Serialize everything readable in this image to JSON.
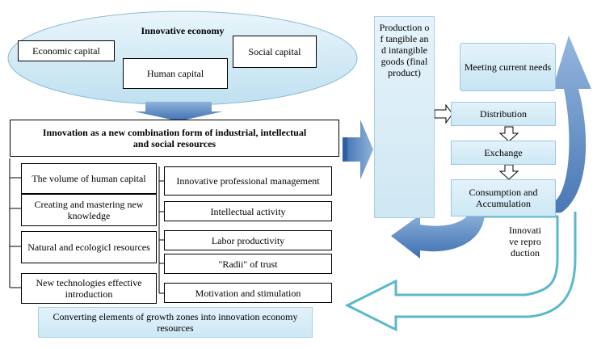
{
  "ellipse": {
    "title": "Innovative economy",
    "items": [
      "Economic capital",
      "Human capital",
      "Social capital"
    ]
  },
  "main_box": {
    "title": "Innovation as a new combination form of industrial, intellectual and social resources"
  },
  "left_column": [
    "The volume of human capital",
    "Creating and mastering new knowledge",
    "Natural and ecologicl resources",
    "New technologies effective introduction"
  ],
  "right_column": [
    "Innovative professional management",
    "Intellectual activity",
    "Labor productivity",
    "\"Radii\" of trust",
    "Motivation and stimulation"
  ],
  "production": "Production of tangible and intangible goods (final product)",
  "stages": {
    "meeting": "Meeting current needs",
    "distribution": "Distribution",
    "exchange": "Exchange",
    "consumption": "Consumption and Accumulation"
  },
  "innovative_reproduction": "Innovative reproduction",
  "converting": "Converting elements of growth zones into innovation economy resources",
  "colors": {
    "arrow_blue": "#4f81bd",
    "light_blue": "#dbeef8",
    "teal_border": "#5bb8cc"
  }
}
